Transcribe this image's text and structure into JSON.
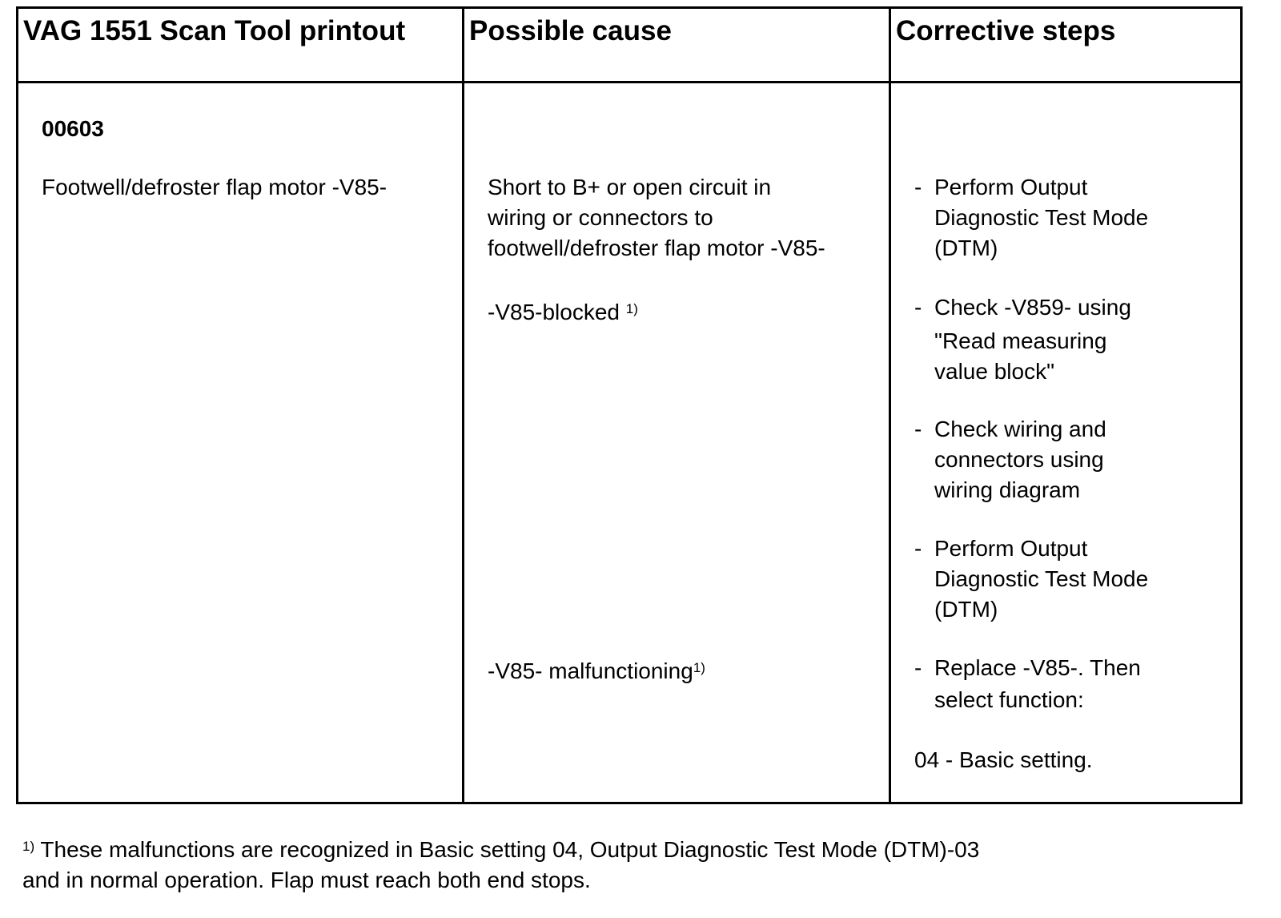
{
  "headers": {
    "col1": "VAG 1551 Scan Tool printout",
    "col2": "Possible cause",
    "col3": "Corrective steps"
  },
  "printout": {
    "code": "00603",
    "description": "Footwell/defroster flap motor -V85-"
  },
  "causes": {
    "cause1": [
      "Short to B+ or open circuit in",
      "wiring or connectors to",
      "footwell/defroster flap motor -V85-"
    ],
    "cause2": "-V85-blocked",
    "cause3": "-V85- malfunctioning",
    "footnote_marker": "1)"
  },
  "steps": [
    {
      "dash": "-",
      "lines": [
        "Perform Output",
        "Diagnostic Test Mode",
        "(DTM)"
      ]
    },
    {
      "dash": "-",
      "lines": [
        "Check -V859- using",
        "\"Read measuring",
        "value block\""
      ]
    },
    {
      "dash": "-",
      "lines": [
        "Check wiring and",
        "connectors using",
        "wiring diagram"
      ]
    },
    {
      "dash": "-",
      "lines": [
        "Perform Output",
        "Diagnostic Test Mode",
        "(DTM)"
      ]
    },
    {
      "dash": "-",
      "lines": [
        "Replace -V85-. Then",
        "select function:"
      ]
    }
  ],
  "basic_setting": "04 - Basic setting.",
  "footnote": {
    "marker": "1)",
    "line1": "These malfunctions are recognized in Basic setting 04, Output Diagnostic Test Mode (DTM)-03",
    "line2": "and in normal operation. Flap must reach both end stops."
  }
}
